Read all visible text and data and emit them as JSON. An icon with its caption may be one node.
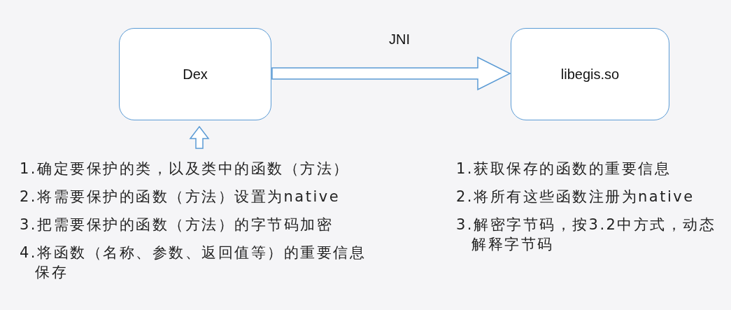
{
  "diagram": {
    "nodes": [
      {
        "text": [
          "Dex"
        ]
      },
      {
        "text": [
          "libegis.so"
        ]
      },
      {
        "text": [
          "1.确定要保护的类，以及类中的函数（方法）",
          "2.将需要保护的函数（方法）设置为native",
          "3.把需要保护的函数（方法）的字节码加密",
          "4.将函数（名称、参数、返回值等）的重要信息保存"
        ]
      }
    ],
    "edges": [
      {
        "from": 0,
        "to": 1,
        "arrow": "to",
        "label": "JNI"
      },
      {
        "from": 2,
        "to": 0,
        "arrow": "to"
      }
    ],
    "labels": [
      "1.获取保存的函数的重要信息",
      "2.将所有这些函数注册为native",
      "3.解密字节码，按3.2中方式，动态解释字节码"
    ]
  }
}
